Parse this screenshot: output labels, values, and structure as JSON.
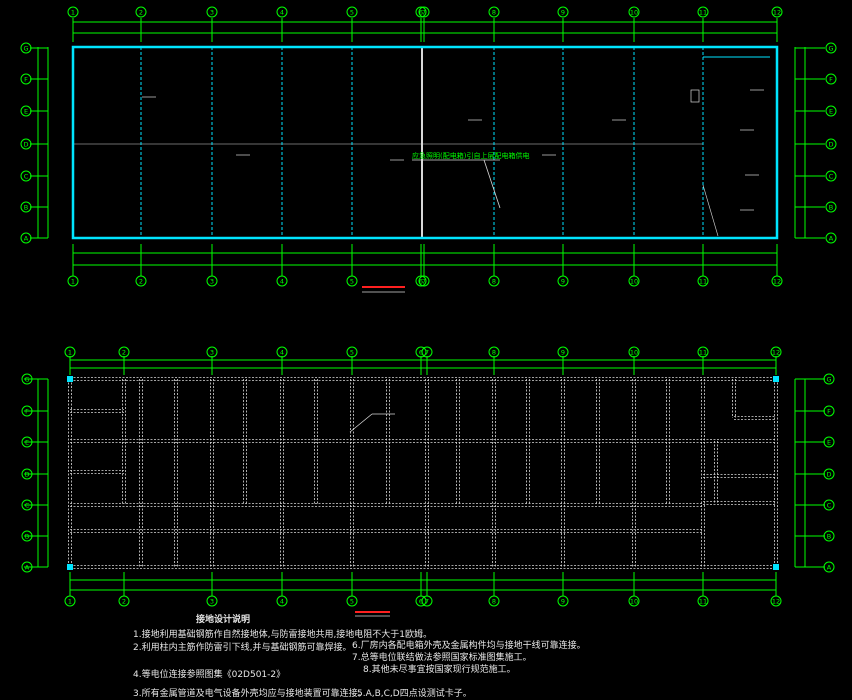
{
  "colors": {
    "background": "#000000",
    "dim": "#00ff00",
    "wall": "#00e5ff",
    "grid_white": "#d9d9d9",
    "title_red": "#ff2020",
    "text": "#e6e6e6"
  },
  "plan_top": {
    "axis_columns": [
      "1",
      "2",
      "3",
      "4",
      "5",
      "6",
      "7",
      "8",
      "9",
      "10",
      "11",
      "12"
    ],
    "axis_rows": [
      "G",
      "F",
      "E",
      "D",
      "C",
      "B",
      "A"
    ],
    "annotation": "应急照明(配电箱)引自上层配电箱供电"
  },
  "plan_bottom": {
    "axis_columns": [
      "1",
      "2",
      "3",
      "4",
      "5",
      "6",
      "7",
      "8",
      "9",
      "10",
      "11",
      "12"
    ],
    "axis_rows": [
      "G",
      "F",
      "E",
      "D",
      "C",
      "B",
      "A"
    ]
  },
  "notes": {
    "title": "接地设计说明",
    "items": [
      "1.接地利用基础钢筋作自然接地体,与防雷接地共用,接地电阻不大于1欧姆。",
      "2.利用柱内主筋作防雷引下线,并与基础钢筋可靠焊接。",
      "3.所有金属管道及电气设备外壳均应与接地装置可靠连接。",
      "4.等电位连接参照图集《02D501-2》",
      "5.A,B,C,D四点设测试卡子。",
      "6.厂房内各配电箱外壳及金属构件均与接地干线可靠连接。",
      "7.总等电位联结做法参照国家标准图集施工。",
      "8.其他未尽事宜按国家现行规范施工。"
    ]
  }
}
